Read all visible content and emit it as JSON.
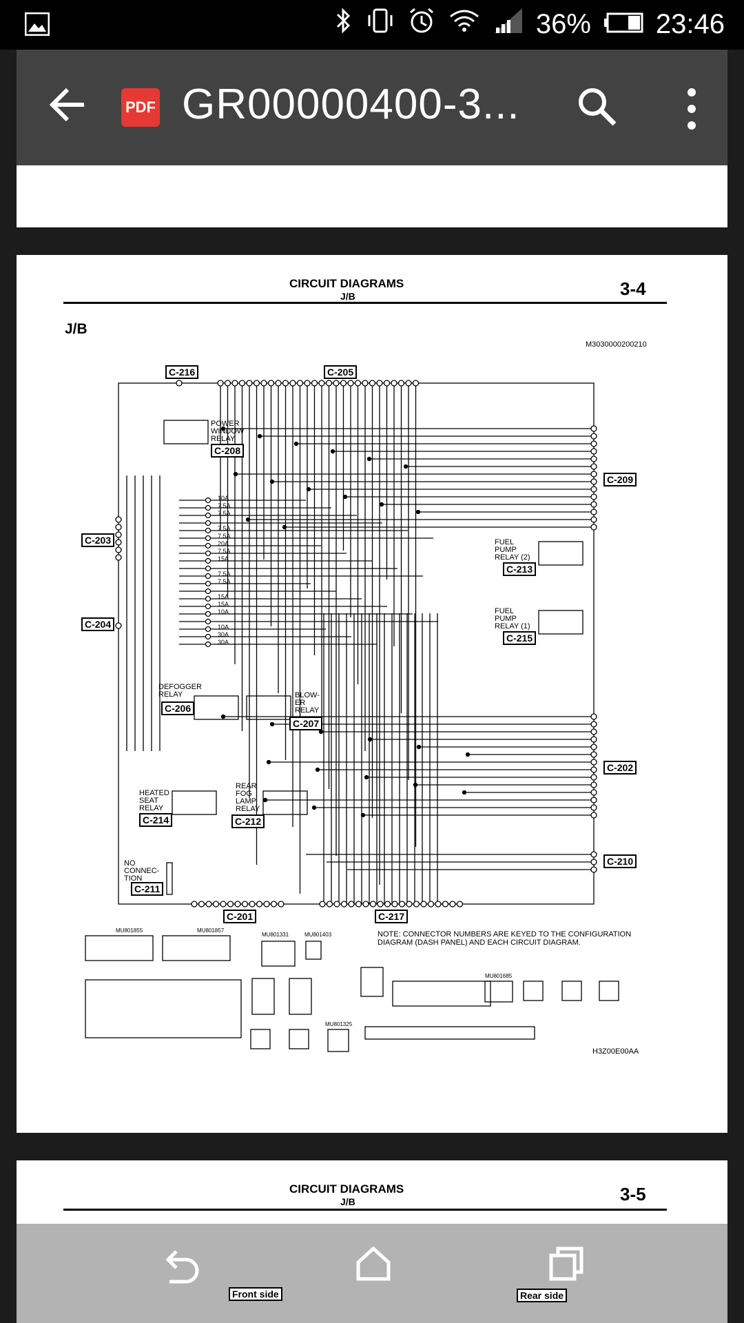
{
  "status_bar": {
    "battery": "36%",
    "time": "23:46",
    "icons": [
      "gallery-icon",
      "bluetooth-icon",
      "vibrate-icon",
      "alarm-icon",
      "wifi-icon",
      "signal-icon",
      "battery-icon"
    ]
  },
  "app_bar": {
    "file_badge": "PDF",
    "title": "GR00000400-3...",
    "icons": [
      "back-arrow-icon",
      "pdf-icon",
      "search-icon",
      "more-vert-icon"
    ]
  },
  "page_3_4": {
    "header_title": "CIRCUIT DIAGRAMS",
    "header_subtitle": "J/B",
    "page_number": "3-4",
    "section_title": "J/B",
    "doc_code": "M3030000200210",
    "figure_code": "H3Z00E00AA",
    "labels": {
      "c216": "C-216",
      "c205": "C-205",
      "c203": "C-203",
      "c204": "C-204",
      "c209": "C-209",
      "c202": "C-202",
      "c210": "C-210",
      "c201": "C-201",
      "c217": "C-217",
      "c208": "C-208",
      "c206": "C-206",
      "c207": "C-207",
      "c213": "C-213",
      "c215": "C-215",
      "c214": "C-214",
      "c212": "C-212",
      "c211": "C-211"
    },
    "relays": {
      "power_window": "POWER WINDOW RELAY",
      "fuel_pump_2": "FUEL PUMP RELAY (2)",
      "fuel_pump_1": "FUEL PUMP RELAY (1)",
      "defogger": "DEFOGGER RELAY",
      "blower": "BLOW-ER RELAY",
      "heated_seat": "HEATED SEAT RELAY",
      "rear_fog": "REAR FOG LAMP RELAY",
      "no_connection": "NO CONNEC-TION"
    },
    "fuses": [
      "10A",
      "7.5A",
      "7.5A",
      "",
      "7.5A",
      "7.5A",
      "20A",
      "7.5A",
      "15A",
      "",
      "7.5A",
      "7.5A",
      "",
      "15A",
      "15A",
      "10A",
      "",
      "10A",
      "30A",
      "30A"
    ],
    "note": "NOTE: CONNECTOR NUMBERS ARE KEYED TO THE CONFIGURATION DIAGRAM (DASH PANEL) AND EACH CIRCUIT DIAGRAM.",
    "part_numbers": {
      "c201": "MU801855",
      "c202": "MU801857",
      "c203": "MU801331",
      "c204": "MU801403",
      "c210": "MU801685",
      "c216": "MU801325"
    }
  },
  "page_3_5": {
    "header_title": "CIRCUIT DIAGRAMS",
    "header_subtitle": "J/B",
    "page_number": "3-5"
  },
  "nav_bar": {
    "front_label": "Front side",
    "rear_label": "Rear side",
    "icons": [
      "nav-back-icon",
      "nav-home-icon",
      "nav-recents-icon"
    ]
  }
}
